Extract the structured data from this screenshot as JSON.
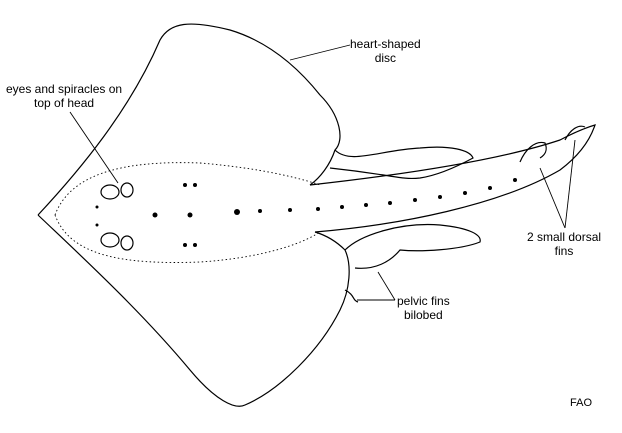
{
  "labels": {
    "disc_line1": "heart-shaped",
    "disc_line2": "disc",
    "eyes_line1": "eyes and spiracles on",
    "eyes_line2": "top of head",
    "dorsal_line1": "2 small dorsal",
    "dorsal_line2": "fins",
    "pelvic_line1": "pelvic fins",
    "pelvic_line2": "bilobed",
    "credit": "FAO"
  }
}
